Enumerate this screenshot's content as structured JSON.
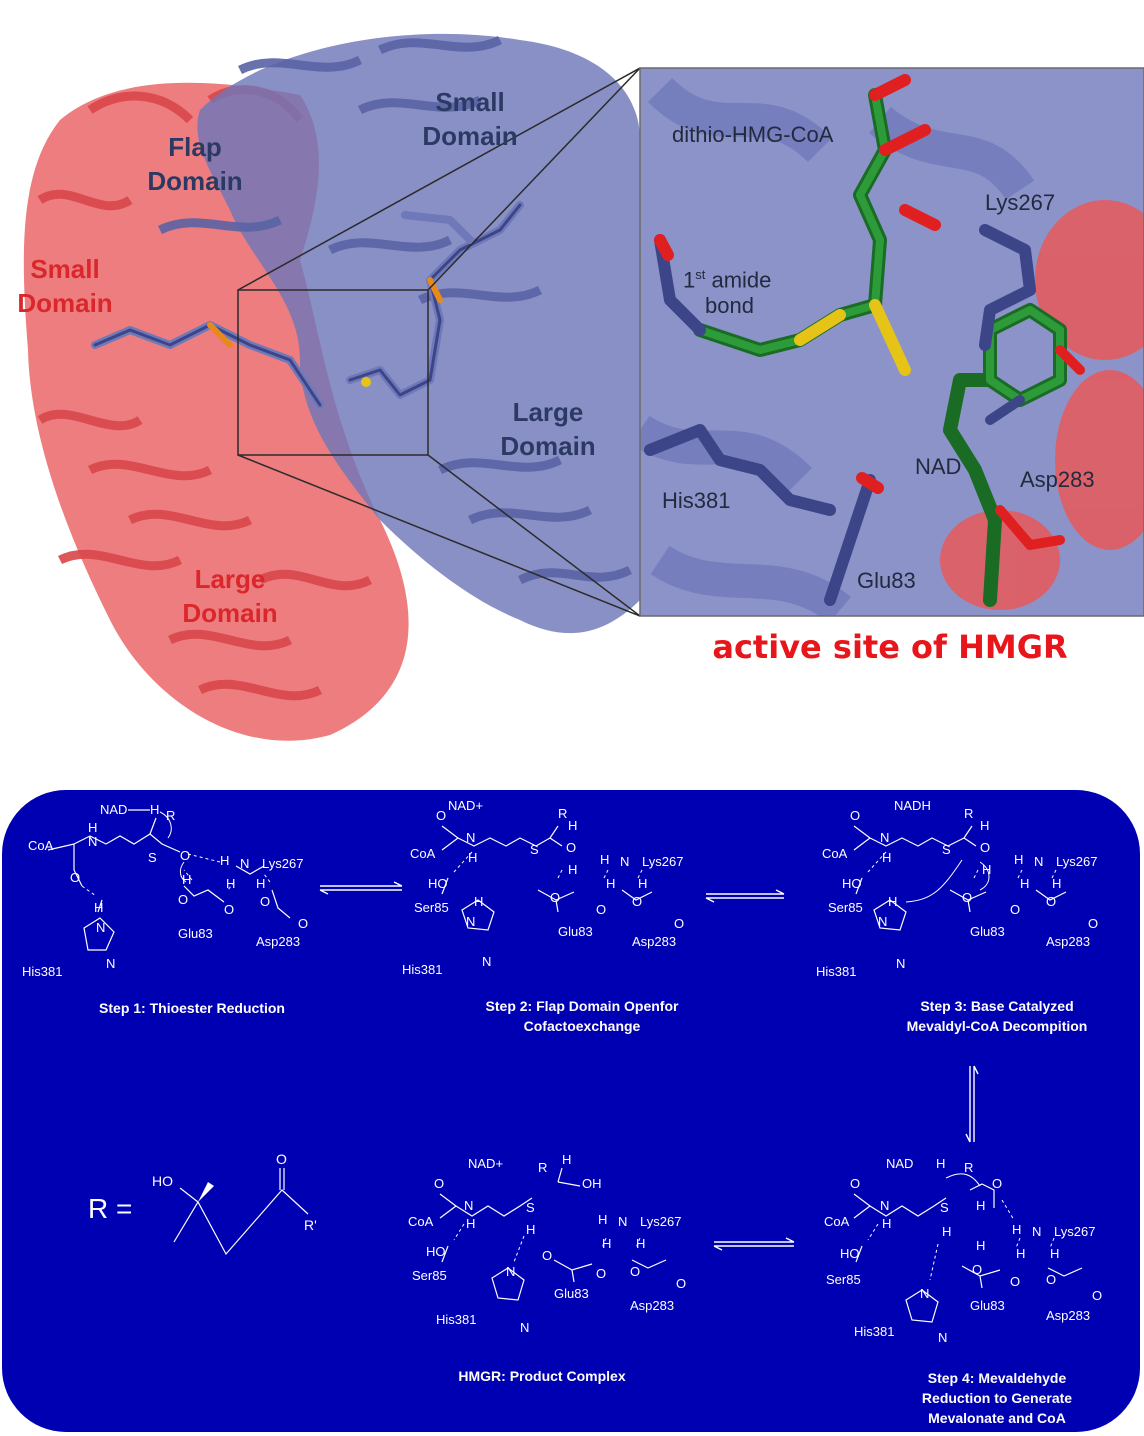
{
  "colors": {
    "protein_red": "#e8595a",
    "protein_blue": "#6f78b9",
    "carbon_green": "#1f8a2c",
    "panel_blue": "#0000b3",
    "title_red": "#e8151b"
  },
  "protein_view": {
    "domains": {
      "flap": [
        "Flap",
        "Domain"
      ],
      "small_blue": [
        "Small",
        "Domain"
      ],
      "small_red": [
        "Small",
        "Domain"
      ],
      "large_blue": [
        "Large",
        "Domain"
      ],
      "large_red": [
        "Large",
        "Domain"
      ]
    }
  },
  "active_site": {
    "labels": {
      "ligand": "dithio-HMG-CoA",
      "amide_num": "1",
      "amide_sup": "st",
      "amide_rest": " amide",
      "amide_bond": "bond",
      "lys": "Lys267",
      "nad": "NAD",
      "asp": "Asp283",
      "his": "His381",
      "glu": "Glu83"
    },
    "title": "active site of HMGR"
  },
  "mechanism": {
    "captions": {
      "step1": [
        "Step 1: Thioester Reduction"
      ],
      "step2": [
        "Step 2: Flap Domain Openfor",
        "Cofactoexchange"
      ],
      "step3": [
        "Step 3: Base Catalyzed",
        "Mevaldyl-CoA Decompition"
      ],
      "product": [
        "HMGR: Product Complex"
      ],
      "step4": [
        "Step 4: Mevaldehyde",
        "Reduction to Generate",
        "Mevalonate and CoA"
      ]
    },
    "r_definition": {
      "lhs": "R =",
      "ho": "HO",
      "o": "O",
      "r_prime": "R'"
    },
    "atoms": {
      "nad": "NAD",
      "nad_plus": "NAD+",
      "nadh": "NADH",
      "coa": "CoA",
      "r": "R",
      "h": "H",
      "n": "N",
      "o": "O",
      "s": "S",
      "oh": "OH",
      "ho": "HO",
      "lys": "Lys267",
      "glu": "Glu83",
      "asp": "Asp283",
      "his": "His381",
      "ser": "Ser85"
    }
  }
}
